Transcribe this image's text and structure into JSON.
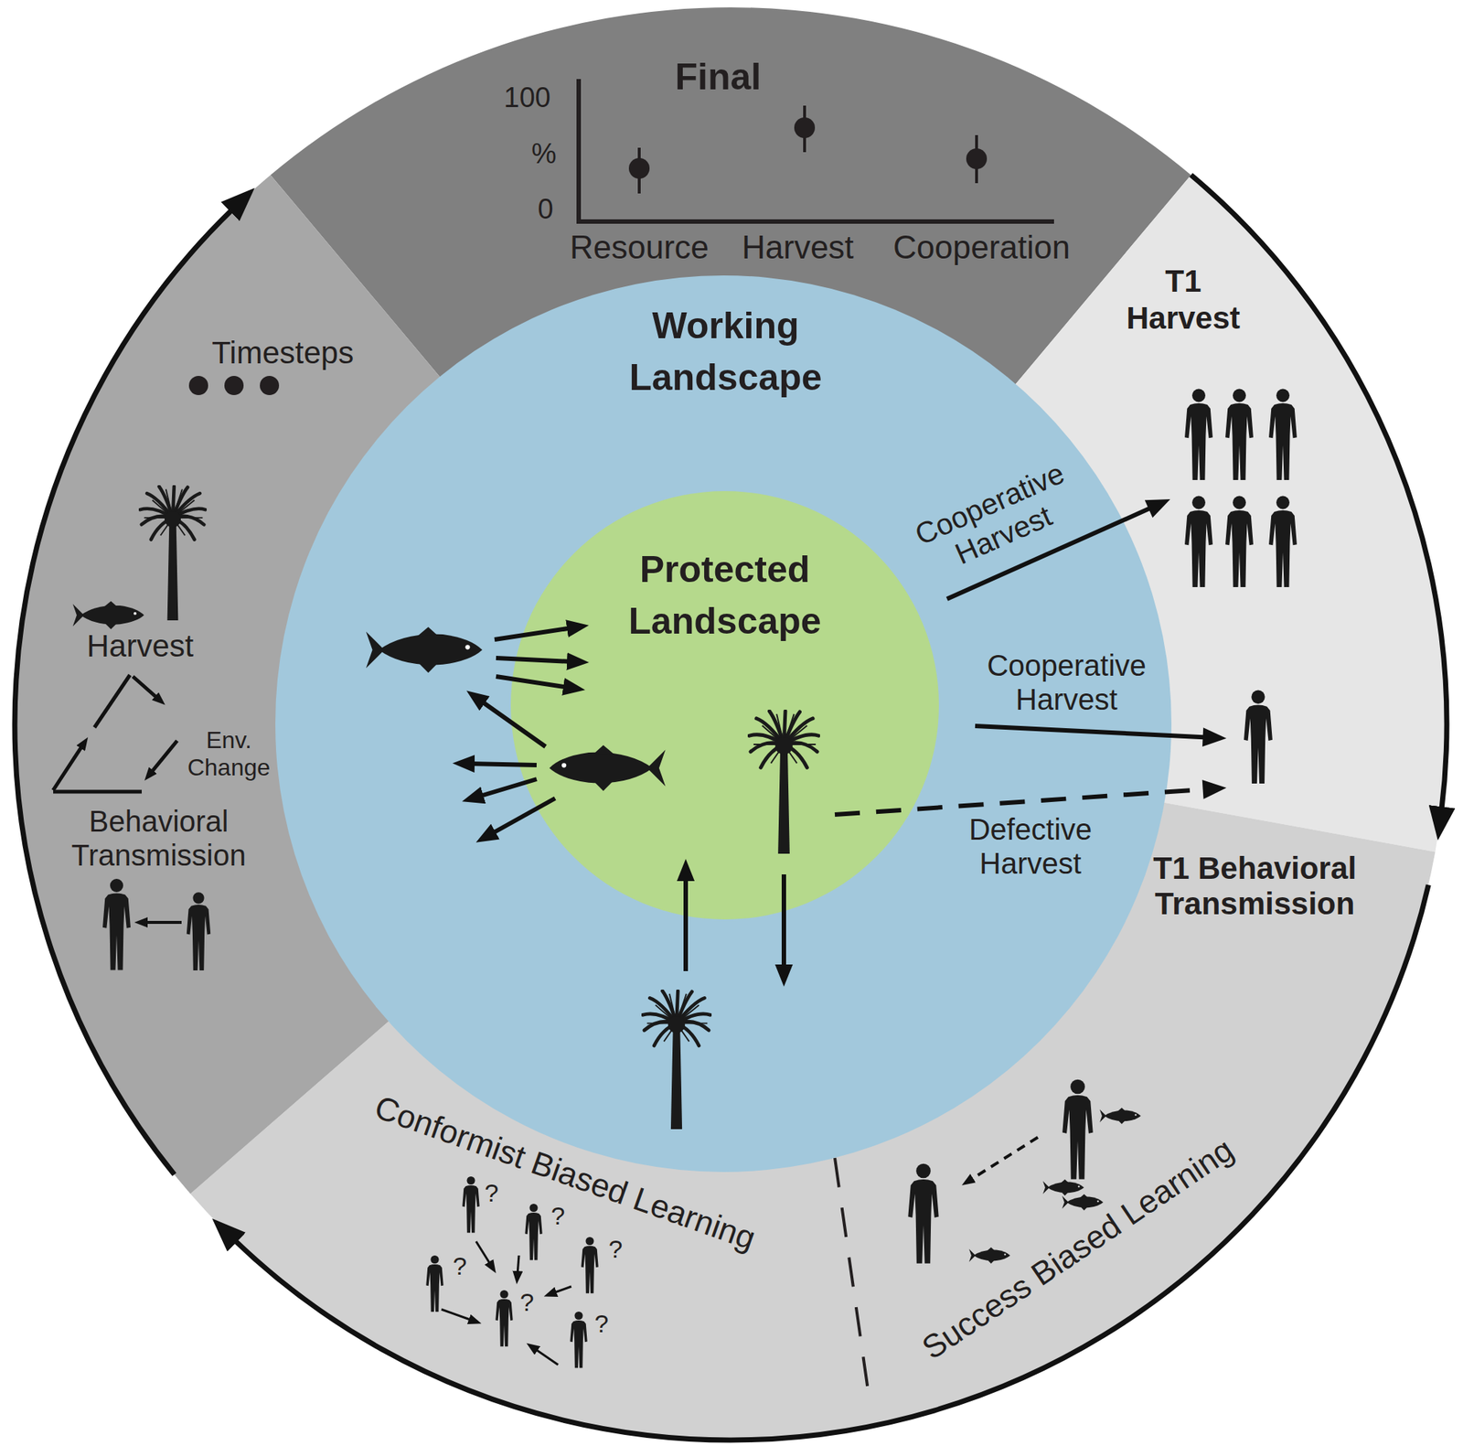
{
  "diagram": {
    "nodes": [
      {
        "text": [
          "Final"
        ]
      },
      {
        "text": [
          "T1 Harvest"
        ]
      },
      {
        "text": [
          "T1 Behavioral Transmission",
          "Success Biased Learning",
          "Conformist Biased Learning"
        ]
      },
      {
        "text": [
          "Timesteps",
          "Harvest",
          "Env. Change",
          "Behavioral Transmission"
        ]
      },
      {
        "text": [
          "Working Landscape"
        ]
      },
      {
        "text": [
          "Protected Landscape"
        ],
        "in": 4
      }
    ],
    "edges": [
      {
        "from": 4,
        "to": 1,
        "label": "Cooperative Harvest",
        "arrow": "to"
      },
      {
        "from": 4,
        "to": 1,
        "label": "Cooperative Harvest",
        "arrow": "to"
      },
      {
        "from": 5,
        "to": 1,
        "label": "Defective Harvest",
        "arrow": "to"
      }
    ],
    "labels": [
      "100",
      "%",
      "0",
      "Resource",
      "Harvest",
      "Cooperation",
      "?",
      "?",
      "?",
      "?",
      "?",
      "?"
    ]
  }
}
